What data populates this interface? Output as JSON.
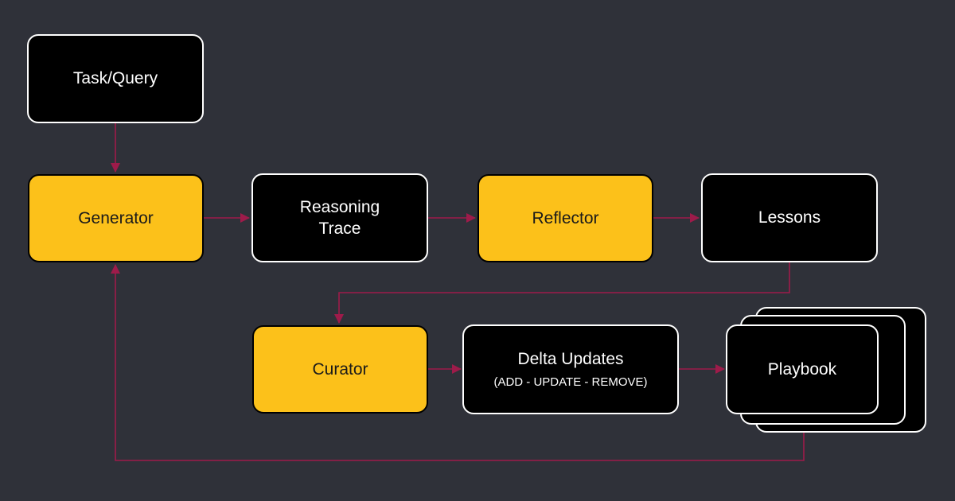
{
  "colors": {
    "background": "#2f3139",
    "accent_fill": "#fcc11a",
    "dark_fill": "#000000",
    "dark_border": "#ffffff",
    "connector": "#9e1b4a"
  },
  "nodes": {
    "task": {
      "label": "Task/Query"
    },
    "generator": {
      "label": "Generator"
    },
    "reasoning_trace": {
      "line1": "Reasoning",
      "line2": "Trace"
    },
    "reflector": {
      "label": "Reflector"
    },
    "lessons": {
      "label": "Lessons"
    },
    "curator": {
      "label": "Curator"
    },
    "delta_updates": {
      "label": "Delta Updates",
      "sublabel": "(ADD - UPDATE - REMOVE)"
    },
    "playbook": {
      "label": "Playbook"
    }
  },
  "edges": [
    {
      "from": "Task/Query",
      "to": "Generator"
    },
    {
      "from": "Generator",
      "to": "Reasoning Trace"
    },
    {
      "from": "Reasoning Trace",
      "to": "Reflector"
    },
    {
      "from": "Reflector",
      "to": "Lessons"
    },
    {
      "from": "Lessons",
      "to": "Curator"
    },
    {
      "from": "Curator",
      "to": "Delta Updates"
    },
    {
      "from": "Delta Updates",
      "to": "Playbook"
    },
    {
      "from": "Playbook",
      "to": "Generator"
    }
  ]
}
